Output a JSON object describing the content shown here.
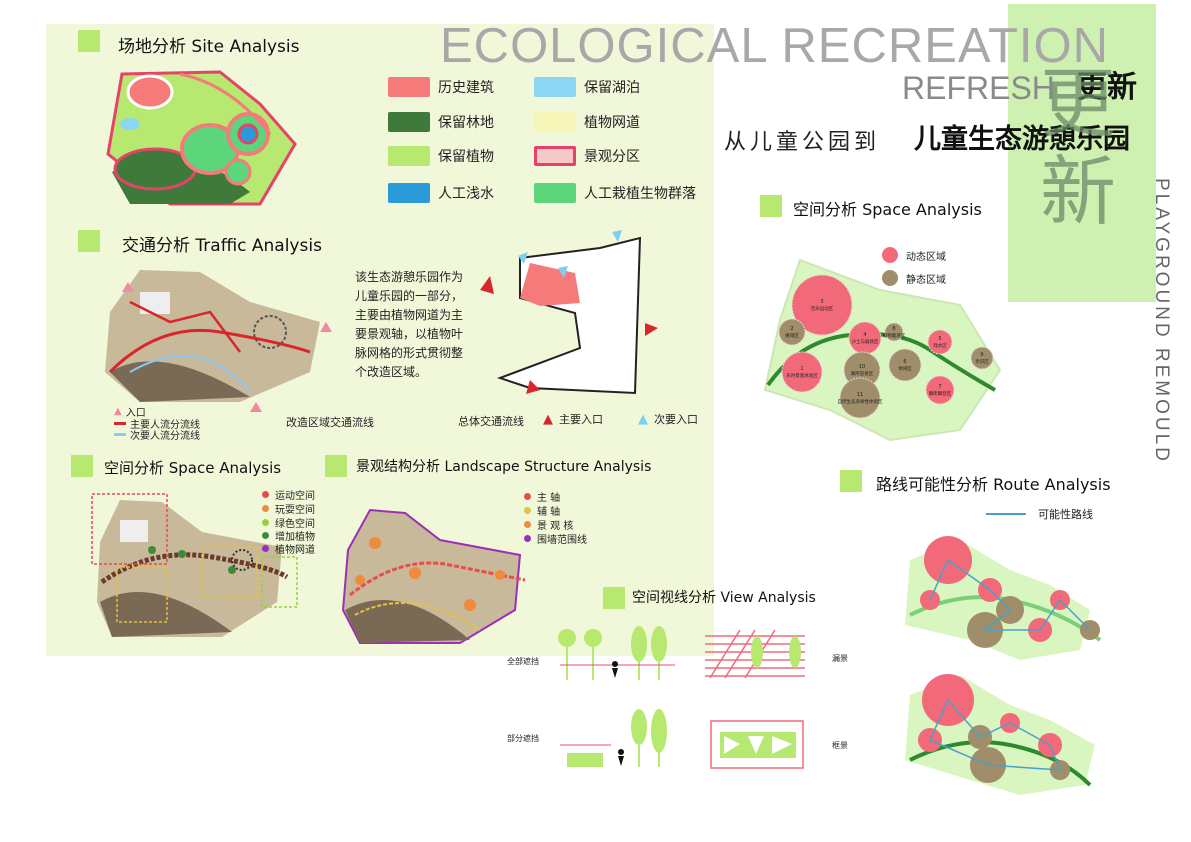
{
  "header": {
    "title": "ECOLOGICAL RECREATION",
    "refresh_en": "REFRESH",
    "refresh_cn": "更新",
    "sub_cn_light": "从儿童公园到",
    "sub_cn_bold": "儿童生态游憩乐园",
    "calligraphy": "更新",
    "vertical": "PLAYGROUND REMOULD"
  },
  "site": {
    "title": "场地分析 Site Analysis",
    "legend": [
      {
        "label": "历史建筑",
        "color": "#f57b7b"
      },
      {
        "label": "保留湖泊",
        "color": "#8cd6f5"
      },
      {
        "label": "保留林地",
        "color": "#3f7a3a"
      },
      {
        "label": "植物网道",
        "color": "#f6f5b8"
      },
      {
        "label": "保留植物",
        "color": "#b7e86f"
      },
      {
        "label": "景观分区",
        "color": "#e5436a"
      },
      {
        "label": "人工浅水",
        "color": "#2a9bd8"
      },
      {
        "label": "人工栽植生物群落",
        "color": "#5dd57a"
      }
    ]
  },
  "traffic": {
    "title": "交通分析 Traffic Analysis",
    "note": "该生态游憩乐园作为儿童乐园的一部分，主要由植物网道为主要景观轴，以植物叶脉网格的形式贯彻整个改造区域。",
    "legend": [
      "入口",
      "主要人流分流线",
      "次要人流分流线"
    ],
    "cap_left": "改造区域交通流线",
    "cap_right": "总体交通流线",
    "main_entry": "主要入口",
    "sub_entry": "次要入口"
  },
  "space_left": {
    "title": "空间分析 Space Analysis",
    "legend": [
      {
        "label": "运动空间",
        "color": "#e84c4c"
      },
      {
        "label": "玩耍空间",
        "color": "#f08a3c"
      },
      {
        "label": "绿色空间",
        "color": "#9ad13a"
      },
      {
        "label": "增加植物",
        "color": "#3f8a3a"
      },
      {
        "label": "植物网道",
        "color": "#9b2fb5"
      }
    ]
  },
  "landscape": {
    "title": "景观结构分析 Landscape Structure Analysis",
    "legend": [
      {
        "label": "主 轴",
        "color": "#e84c4c"
      },
      {
        "label": "辅 轴",
        "color": "#e8c23c"
      },
      {
        "label": "景 观 核",
        "color": "#f08a3c"
      },
      {
        "label": "围墙范围线",
        "color": "#9b2fb5"
      }
    ]
  },
  "space_right": {
    "title": "空间分析 Space Analysis",
    "legend": [
      {
        "label": "动态区域",
        "color": "#f26a7a"
      },
      {
        "label": "静态区域",
        "color": "#a08d6a"
      }
    ],
    "circles": [
      {
        "num": "3",
        "name": "音乐运动区"
      },
      {
        "num": "2",
        "name": "嬉戏区"
      },
      {
        "num": "4",
        "name": "沙土与器具区"
      },
      {
        "num": "8",
        "name": "植物栽培区"
      },
      {
        "num": "5",
        "name": "戏水区"
      },
      {
        "num": "1",
        "name": "乐时景观体验区"
      },
      {
        "num": "10",
        "name": "寓所迎接区"
      },
      {
        "num": "6",
        "name": "休闲区"
      },
      {
        "num": "9",
        "name": "亲识区"
      },
      {
        "num": "11",
        "name": "自然生态多样性体验区"
      },
      {
        "num": "7",
        "name": "攀爬攀登区"
      }
    ]
  },
  "route": {
    "title": "路线可能性分析  Route Analysis",
    "legend": "可能性路线"
  },
  "view": {
    "title": "空间视线分析  View Analysis",
    "full_block": "全部遮挡",
    "part_block": "部分遮挡",
    "leak": "漏景",
    "frame": "框景"
  }
}
